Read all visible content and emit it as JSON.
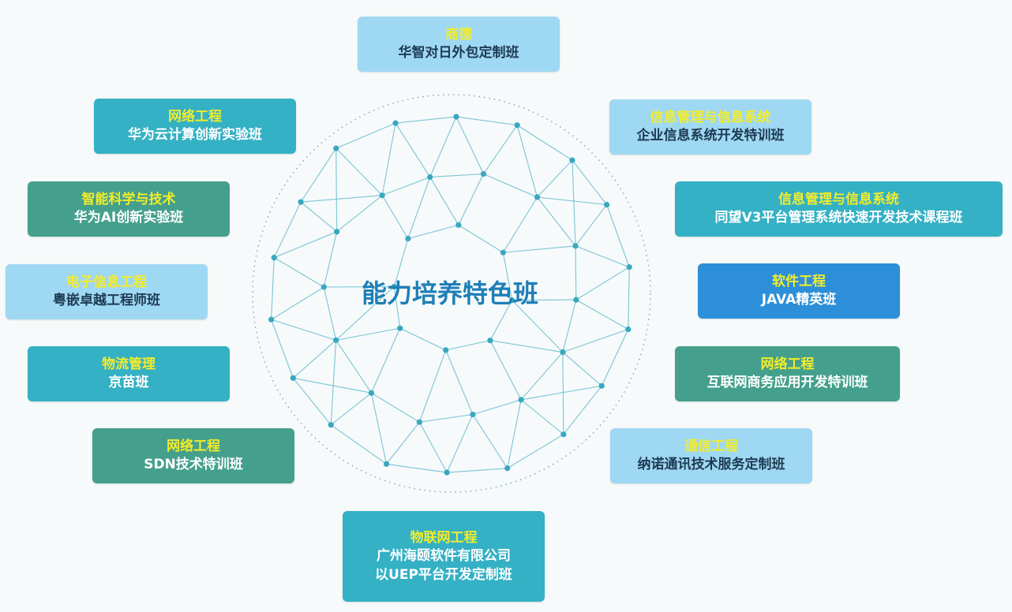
{
  "center_title": "能力培养特色班",
  "colors": {
    "teal": "#34b1c4",
    "green": "#44a08c",
    "blue": "#2d8fd9",
    "light": "#9fd8f2",
    "major_text": "#f2ec2c",
    "center_text": "#1f7fb6",
    "mesh_line": "#6fc0d0",
    "mesh_dot": "#3aa7c0"
  },
  "nodes": [
    {
      "id": "top",
      "major": "商德",
      "name": "华智对日外包定制班",
      "style": "light"
    },
    {
      "id": "left-1",
      "major": "网络工程",
      "name": "华为云计算创新实验班",
      "style": "teal"
    },
    {
      "id": "left-2",
      "major": "智能科学与技术",
      "name": "华为AI创新实验班",
      "style": "green"
    },
    {
      "id": "left-3",
      "major": "电子信息工程",
      "name": "粤嵌卓越工程师班",
      "style": "light"
    },
    {
      "id": "left-4",
      "major": "物流管理",
      "name": "京苗班",
      "style": "teal"
    },
    {
      "id": "left-5",
      "major": "网络工程",
      "name": "SDN技术特训班",
      "style": "green"
    },
    {
      "id": "right-1",
      "major": "信息管理与信息系统",
      "name": "企业信息系统开发特训班",
      "style": "light"
    },
    {
      "id": "right-2",
      "major": "信息管理与信息系统",
      "name": "同望V3平台管理系统快速开发技术课程班",
      "style": "teal"
    },
    {
      "id": "right-3",
      "major": "软件工程",
      "name": "JAVA精英班",
      "style": "blue"
    },
    {
      "id": "right-4",
      "major": "网络工程",
      "name": "互联网商务应用开发特训班",
      "style": "green"
    },
    {
      "id": "right-5",
      "major": "通信工程",
      "name": "纳诺通讯技术服务定制班",
      "style": "light"
    },
    {
      "id": "bottom",
      "major": "物联网工程",
      "name": "广州海颐软件有限公司",
      "name2": "以UEP平台开发定制班",
      "style": "teal"
    }
  ]
}
